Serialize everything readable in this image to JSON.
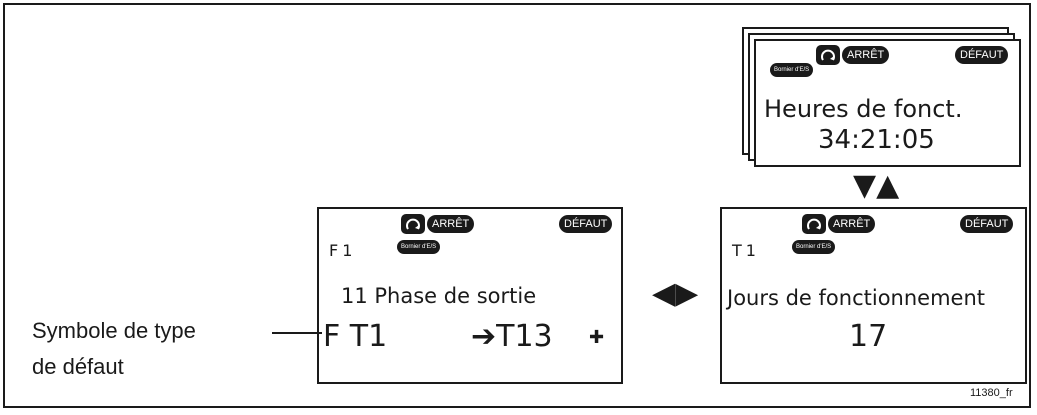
{
  "top_display": {
    "status": {
      "stop": "ARRÊT",
      "fault": "DÉFAUT",
      "terminal": "Bornier d'E/S"
    },
    "line1": "Heures de fonct.",
    "line2": "34:21:05"
  },
  "left_display": {
    "status": {
      "stop": "ARRÊT",
      "fault": "DÉFAUT",
      "terminal": "Bornier d'E/S"
    },
    "location": "F1",
    "line1": "11 Phase de sortie",
    "line2_code": "F T1",
    "line2_range": "➔T13",
    "line2_arrow": "✚"
  },
  "right_display": {
    "status": {
      "stop": "ARRÊT",
      "fault": "DÉFAUT",
      "terminal": "Bornier d'E/S"
    },
    "location": "T1",
    "line1": "Jours de fonctionnement",
    "line2": "17"
  },
  "caption": {
    "line1": "Symbole de type",
    "line2": "de défaut"
  },
  "figure_code": "11380_fr",
  "navigation": {
    "up_down": "▼▲",
    "left_right": "◀▶"
  },
  "icons": [
    "rotation-icon",
    "up-arrow-icon",
    "down-arrow-icon",
    "left-arrow-icon",
    "right-arrow-icon"
  ]
}
